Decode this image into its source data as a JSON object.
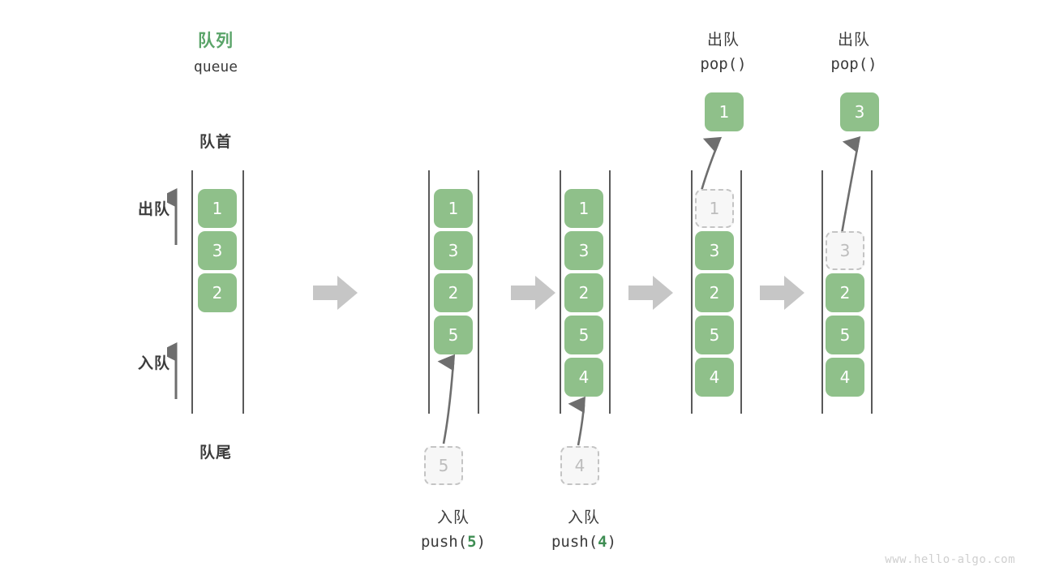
{
  "diagram": {
    "title_cn": "队列",
    "title_code": "queue",
    "head_label": "队首",
    "tail_label": "队尾",
    "dequeue_label": "出队",
    "enqueue_label": "入队",
    "watermark": "www.hello-algo.com",
    "colors": {
      "accent_green": "#5aa469",
      "cell_green": "#8fc08a",
      "ghost_fill": "#f7f7f7",
      "ghost_border": "#c4c4c4",
      "rail": "#5a5a5a",
      "arrow_gray": "#6e6e6e",
      "block_arrow": "#c6c6c6",
      "text": "#3c3c3c",
      "watermark": "#cfcfcf"
    }
  },
  "stages": [
    {
      "id": "initial",
      "caption_cn": "",
      "caption_code": "",
      "cells": [
        "1",
        "3",
        "2"
      ],
      "ghost_index": -1,
      "popped": null,
      "pushed": null
    },
    {
      "id": "push-5",
      "caption_cn": "入队",
      "caption_code_prefix": "push(",
      "caption_code_num": "5",
      "caption_code_suffix": ")",
      "cells": [
        "1",
        "3",
        "2",
        "5"
      ],
      "ghost_index": -1,
      "popped": null,
      "pushed": "5"
    },
    {
      "id": "push-4",
      "caption_cn": "入队",
      "caption_code_prefix": "push(",
      "caption_code_num": "4",
      "caption_code_suffix": ")",
      "cells": [
        "1",
        "3",
        "2",
        "5",
        "4"
      ],
      "ghost_index": -1,
      "popped": null,
      "pushed": "4"
    },
    {
      "id": "pop-1",
      "caption_cn": "出队",
      "caption_code_prefix": "pop(",
      "caption_code_num": "",
      "caption_code_suffix": ")",
      "cells": [
        "1",
        "3",
        "2",
        "5",
        "4"
      ],
      "ghost_index": 0,
      "popped": "1",
      "pushed": null
    },
    {
      "id": "pop-3",
      "caption_cn": "出队",
      "caption_code_prefix": "pop(",
      "caption_code_num": "",
      "caption_code_suffix": ")",
      "cells": [
        "3",
        "2",
        "5",
        "4"
      ],
      "ghost_index": 0,
      "popped": "3",
      "pushed": null
    }
  ],
  "cell_values": {
    "s1": [
      "1",
      "3",
      "2"
    ],
    "s2": [
      "1",
      "3",
      "2",
      "5"
    ],
    "s3": [
      "1",
      "3",
      "2",
      "5",
      "4"
    ],
    "s4": [
      "1",
      "3",
      "2",
      "5",
      "4"
    ],
    "s5": [
      "3",
      "2",
      "5",
      "4"
    ],
    "ghost_push_5": "5",
    "ghost_push_4": "4",
    "popped_1": "1",
    "popped_3": "3"
  }
}
